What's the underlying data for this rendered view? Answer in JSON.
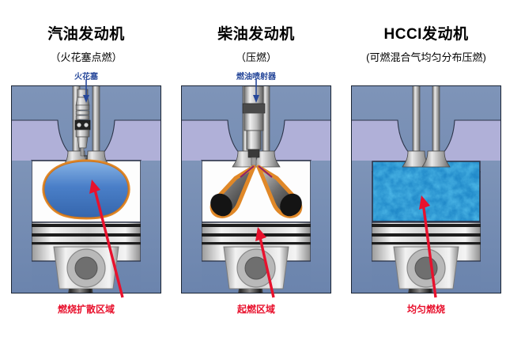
{
  "diagram": {
    "type": "engine-combustion-comparison",
    "background": "#ffffff",
    "colors": {
      "title_text": "#000000",
      "callout_text": "#27489a",
      "caption_text": "#e8112d",
      "cylinder_body": "#7089b0",
      "port_fill": "#b0b0d8",
      "chamber_fill": "#fefefe",
      "flame_blue": "#4a7fc8",
      "flame_orange": "#e08828",
      "charge_blue": "#2e93d4",
      "metal_light": "#e8e8e8",
      "metal_dark": "#7a7a7a",
      "arrow_red": "#e8112d",
      "arrow_blue": "#27489a",
      "spray_core": "#3a3a3a",
      "spray_line": "#8c1f6b"
    },
    "panels": [
      {
        "id": "gasoline",
        "title": "汽油发动机",
        "subtitle": "（火花塞点燃）",
        "callout": "火花塞",
        "callout_icon": "down-arrow-icon",
        "caption": "燃烧扩散区域",
        "device": "spark-plug",
        "combustion": "propagating-flame-front"
      },
      {
        "id": "diesel",
        "title": "柴油发动机",
        "subtitle": "（压燃）",
        "callout": "燃油喷射器",
        "callout_icon": "down-arrow-icon",
        "caption": "起燃区域",
        "device": "fuel-injector",
        "combustion": "two-spray-plumes"
      },
      {
        "id": "hcci",
        "title": "HCCI发动机",
        "subtitle": "(可燃混合气均匀分布压燃)",
        "callout": "",
        "callout_icon": "",
        "caption": "均匀燃烧",
        "device": "none",
        "combustion": "homogeneous-charge"
      }
    ]
  }
}
